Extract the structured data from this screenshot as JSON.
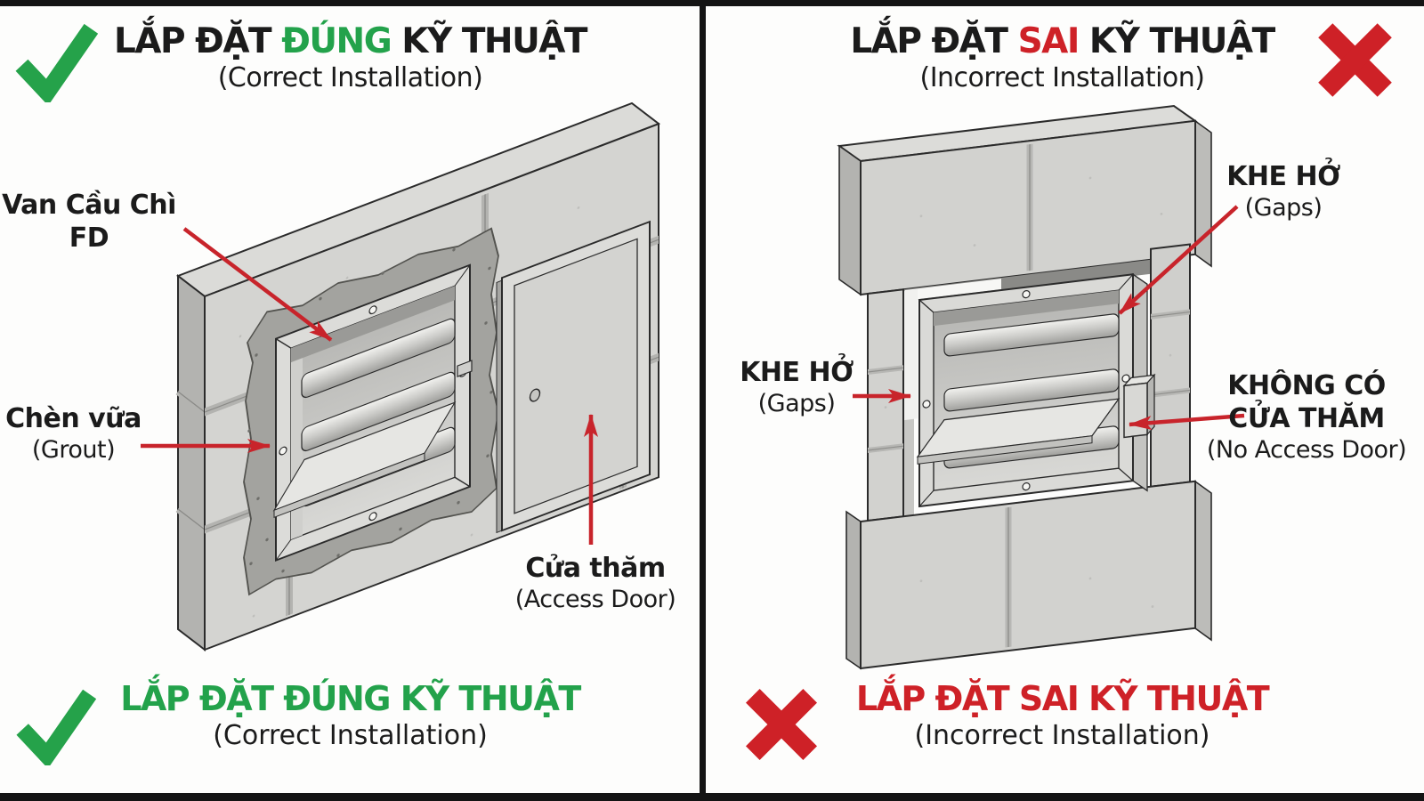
{
  "colors": {
    "green": "#23a24b",
    "red": "#ce2127",
    "arrow_red": "#c8242b",
    "wall_gray": "#d4d4d1",
    "grout_gray": "#a3a39f"
  },
  "left_panel": {
    "header": {
      "prefix": "LẮP ĐẶT ",
      "highlight": "ĐÚNG",
      "suffix": " KỸ THUẬT",
      "subtitle": "(Correct Installation)"
    },
    "labels": {
      "damper_line1": "Van Cầu Chì",
      "damper_line2": "FD",
      "grout_line1": "Chèn vữa",
      "grout_line2": "(Grout)",
      "door_line1": "Cửa thăm",
      "door_line2": "(Access Door)"
    },
    "footer": {
      "title": "LẮP ĐẶT ĐÚNG KỸ THUẬT",
      "subtitle": "(Correct Installation)"
    }
  },
  "right_panel": {
    "header": {
      "prefix": "LẮP ĐẶT ",
      "highlight": "SAI",
      "suffix": " KỸ THUẬT",
      "subtitle": "(Incorrect Installation)"
    },
    "labels": {
      "gap_top_line1": "KHE HỞ",
      "gap_top_line2": "(Gaps)",
      "gap_left_line1": "KHE HỞ",
      "gap_left_line2": "(Gaps)",
      "nad_line1": "KHÔNG CÓ",
      "nad_line2": "CỬA THĂM",
      "nad_line3": "(No Access Door)"
    },
    "footer": {
      "title": "LẮP ĐẶT SAI KỸ THUẬT",
      "subtitle": "(Incorrect Installation)"
    }
  }
}
